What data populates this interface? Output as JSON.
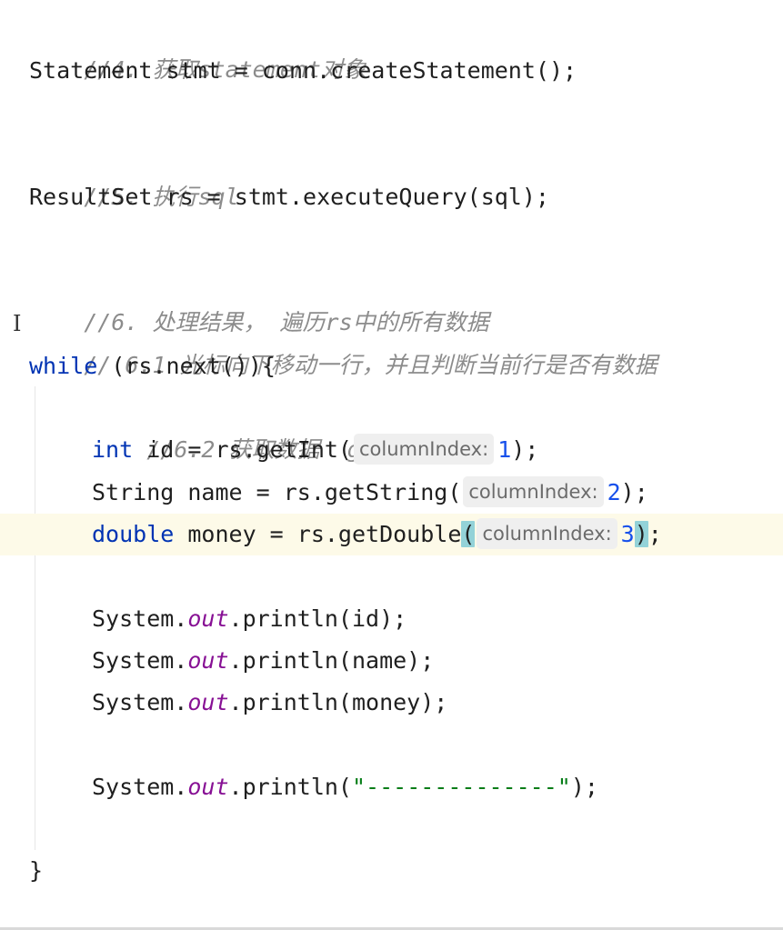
{
  "code": {
    "comment_4": "//4. 获取statement对象",
    "line_stmt": {
      "type": "Statement",
      "rest": " stmt = conn.createStatement();"
    },
    "comment_5": "//5. 执行sql",
    "line_rs": {
      "type": "ResultSet",
      "rest": " rs = stmt.executeQuery(sql);"
    },
    "comment_6": "//6. 处理结果， 遍历rs中的所有数据",
    "comment_6_1": "// 6.1 光标向下移动一行，并且判断当前行是否有数据",
    "line_while": {
      "keyword": "while",
      "rest": " (rs.next()){"
    },
    "comment_6_2": "//6.2 获取数据  getXxx()",
    "line_id": {
      "keyword": "int",
      "before_hint": " id = rs.getInt(",
      "hint": "columnIndex:",
      "arg": "1",
      "after": ");"
    },
    "line_name": {
      "type": "String",
      "before_hint": " name = rs.getString(",
      "hint": "columnIndex:",
      "arg": "2",
      "after": ");"
    },
    "line_money": {
      "keyword": "double",
      "before_hint": " money = rs.getDouble",
      "open_paren": "(",
      "hint": "columnIndex:",
      "arg": "3",
      "close_paren": ")",
      "after": ";"
    },
    "print_id": {
      "prefix": "System.",
      "field": "out",
      "suffix": ".println(id);"
    },
    "print_name": {
      "prefix": "System.",
      "field": "out",
      "suffix": ".println(name);"
    },
    "print_money": {
      "prefix": "System.",
      "field": "out",
      "suffix": ".println(money);"
    },
    "print_sep": {
      "prefix": "System.",
      "field": "out",
      "mid": ".println(",
      "string": "\"--------------\"",
      "suffix": ");"
    },
    "close_brace": "}",
    "cursor_glyph": "I"
  },
  "colors": {
    "keyword": "#0033b3",
    "number": "#1750eb",
    "string": "#067d17",
    "static_field": "#871094",
    "comment": "#8c8c8c",
    "current_line": "#fdfae8",
    "brace_highlight": "#93d2d8"
  }
}
